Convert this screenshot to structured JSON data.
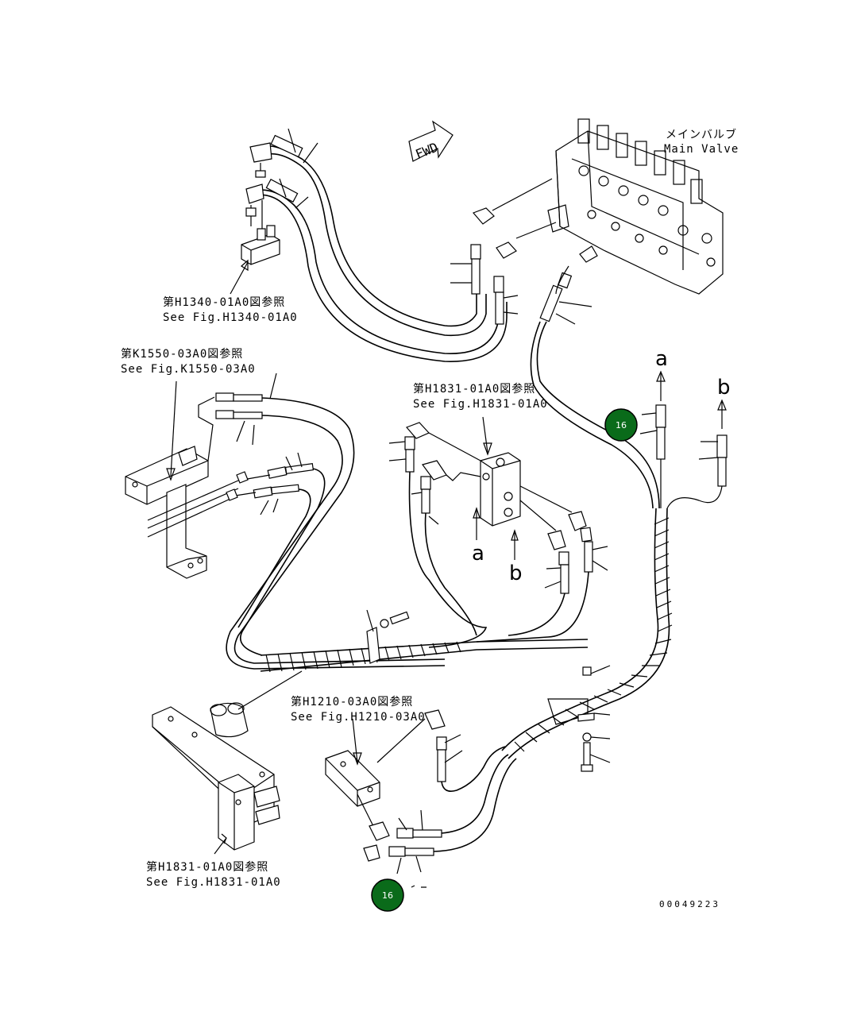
{
  "main_valve": {
    "label_jp": "メインバルブ",
    "label_en": "Main Valve"
  },
  "fwd_arrow": {
    "text": "FWD"
  },
  "refs": {
    "h1340": {
      "jp": "第H1340-01A0図参照",
      "en": "See Fig.H1340-01A0"
    },
    "k1550": {
      "jp": "第K1550-03A0図参照",
      "en": "See Fig.K1550-03A0"
    },
    "h1831_top": {
      "jp": "第H1831-01A0図参照",
      "en": "See Fig.H1831-01A0"
    },
    "h1210": {
      "jp": "第H1210-03A0図参照",
      "en": "See Fig.H1210-03A0"
    },
    "h1831_bottom": {
      "jp": "第H1831-01A0図参照",
      "en": "See Fig.H1831-01A0"
    }
  },
  "ports": {
    "a": "a",
    "b": "b"
  },
  "callouts": [
    {
      "number": "16",
      "color": "#0a6b1a"
    },
    {
      "number": "16",
      "color": "#0a6b1a"
    }
  ],
  "drawing_number": "00049223"
}
